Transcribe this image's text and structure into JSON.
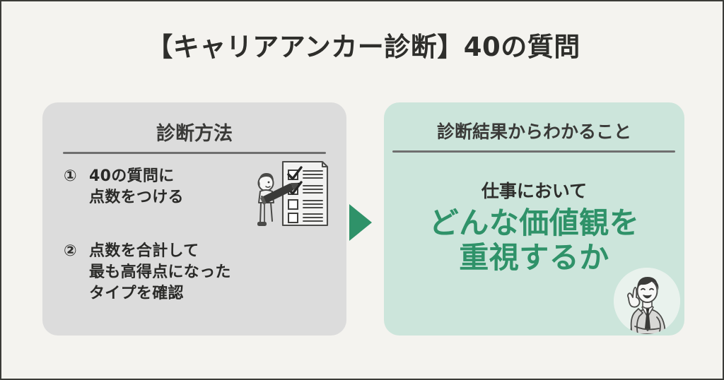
{
  "page": {
    "title": "【キャリアアンカー診断】40の質問",
    "background_color": "#f4f3ef",
    "border_color": "#3b3b38"
  },
  "method_panel": {
    "heading": "診断方法",
    "background_color": "#dcdcdc",
    "divider_color": "#6f6f6f",
    "steps": [
      {
        "marker": "①",
        "text": "40の質問に\n点数をつける"
      },
      {
        "marker": "②",
        "text": "点数を合計して\n最も高得点になった\nタイプを確認"
      }
    ],
    "illustration": "checklist-person-illustration"
  },
  "arrow": {
    "icon": "right-triangle-arrow-icon",
    "color": "#2f9269"
  },
  "result_panel": {
    "heading": "診断結果からわかること",
    "background_color": "#cce5db",
    "divider_color": "#6f6f6f",
    "subtitle": "仕事において",
    "emphasis": "どんな価値観を\n重視するか",
    "emphasis_color": "#2f9269",
    "badge_illustration": "businessman-pointing-up-illustration"
  }
}
